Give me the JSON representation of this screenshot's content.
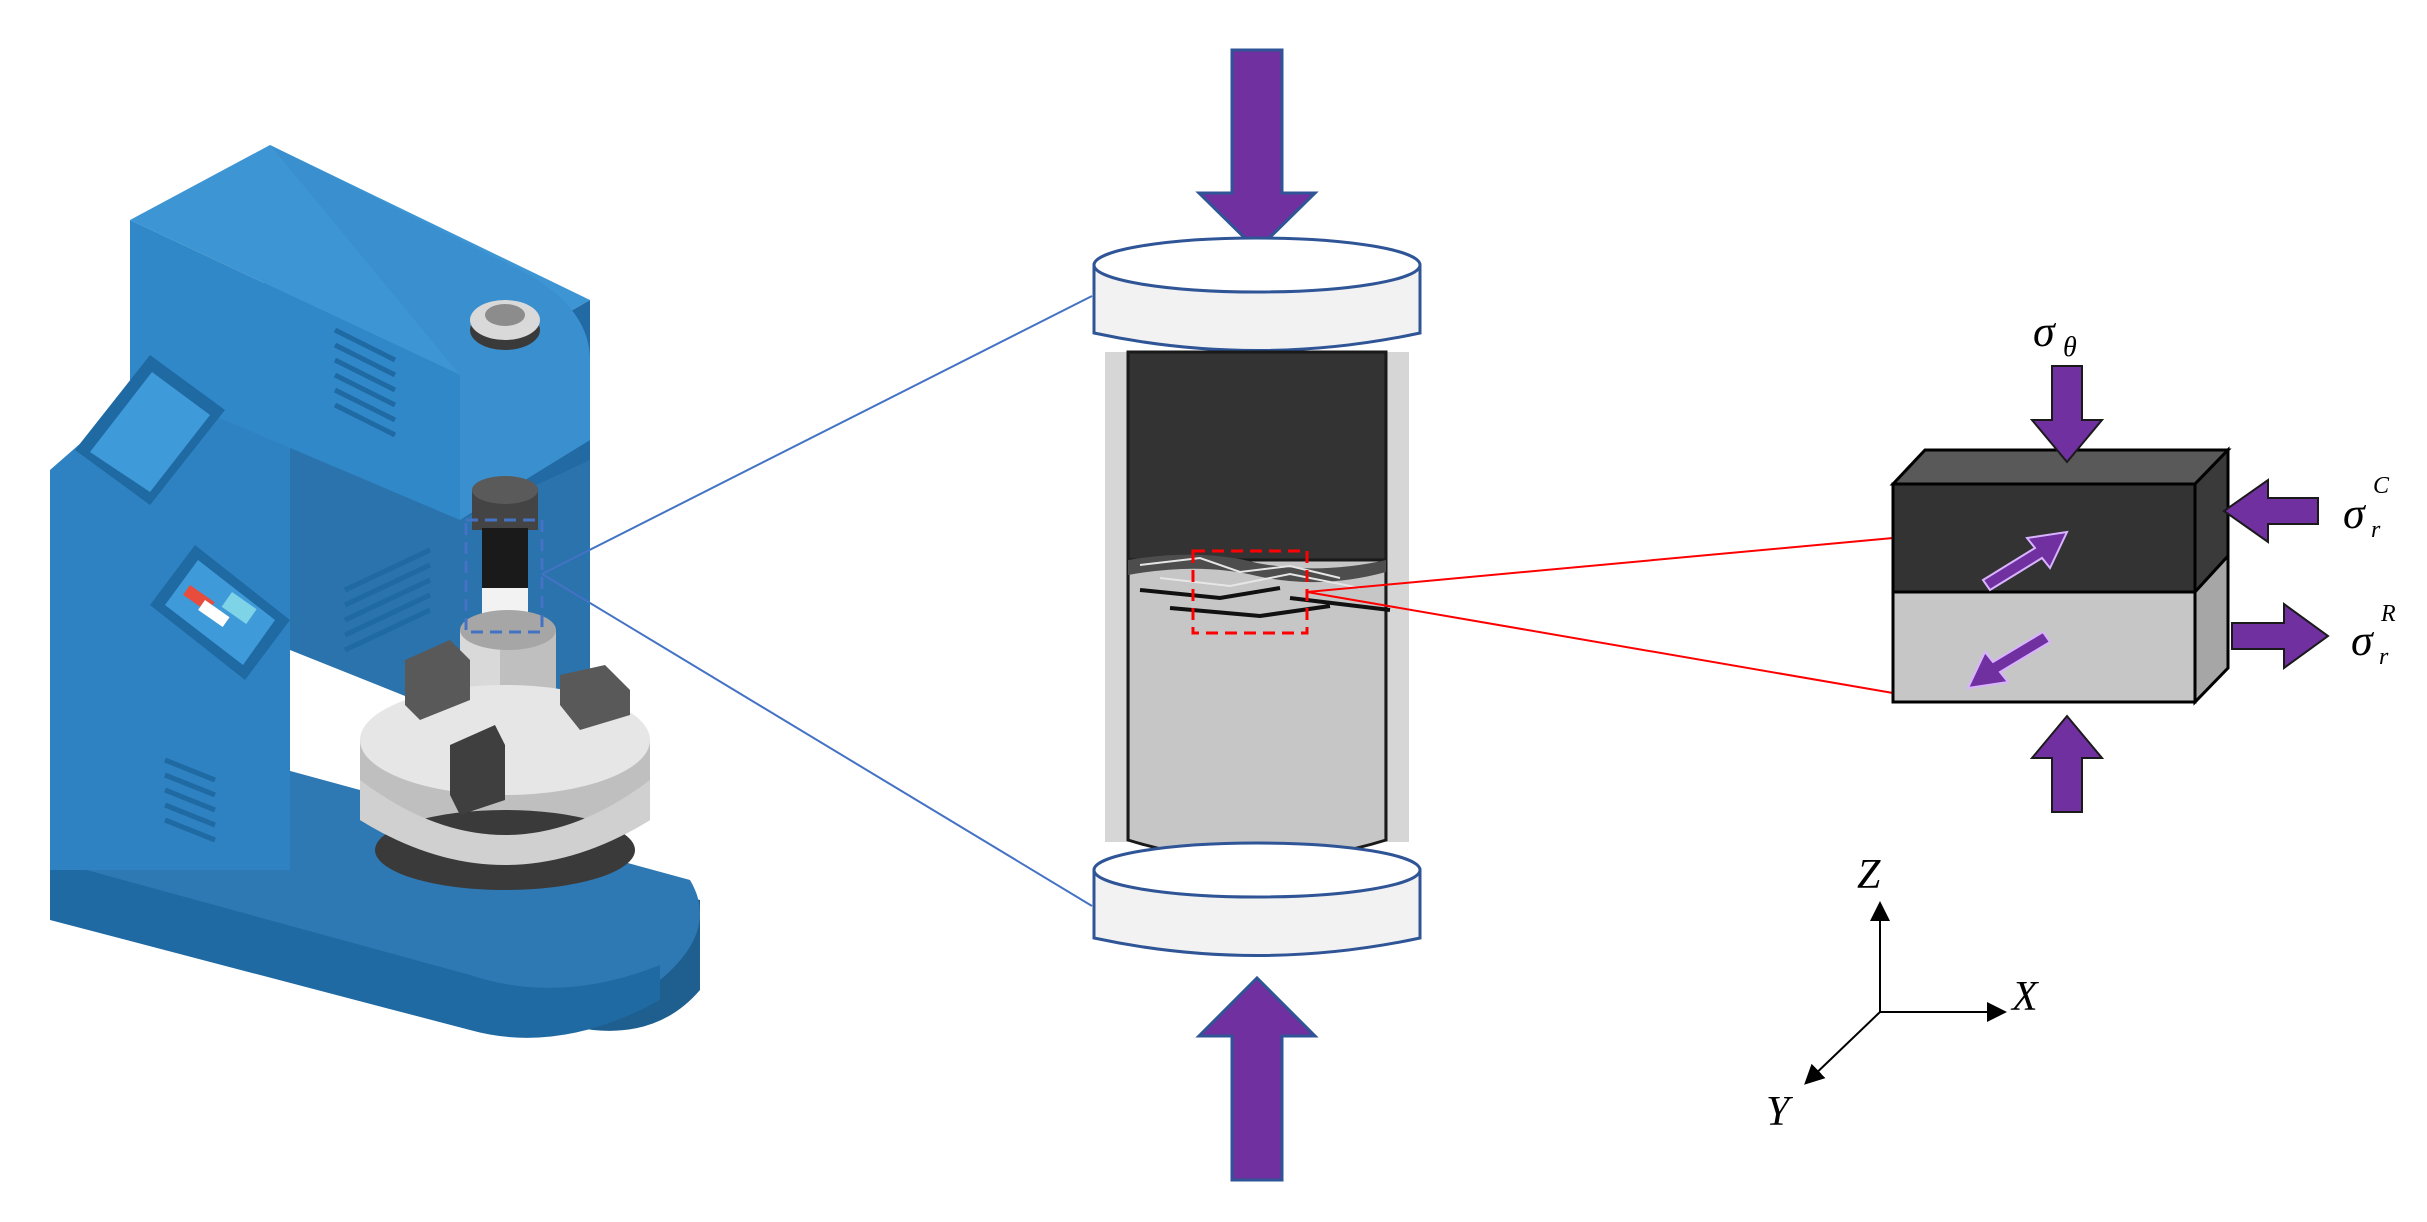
{
  "colors": {
    "machine_blue": "#2f7fbf",
    "arrow_purple": "#7030a0",
    "specimen_dark": "#333333",
    "specimen_light": "#c4c4c4",
    "platen": "#f2f2f2",
    "zoom_blue": "#4472c4",
    "zoom_red": "#ff0000"
  },
  "labels": {
    "sigma_theta": {
      "base": "σ",
      "sub": "θ"
    },
    "sigma_r_c": {
      "base": "σ",
      "sub": "r",
      "sup": "C"
    },
    "sigma_r_r": {
      "base": "σ",
      "sub": "r",
      "sup": "R"
    }
  },
  "axes": {
    "z": "Z",
    "x": "X",
    "y": "Y"
  },
  "icons": {
    "machine": "testing-machine-icon",
    "load_arrow": "compression-arrow-icon"
  }
}
